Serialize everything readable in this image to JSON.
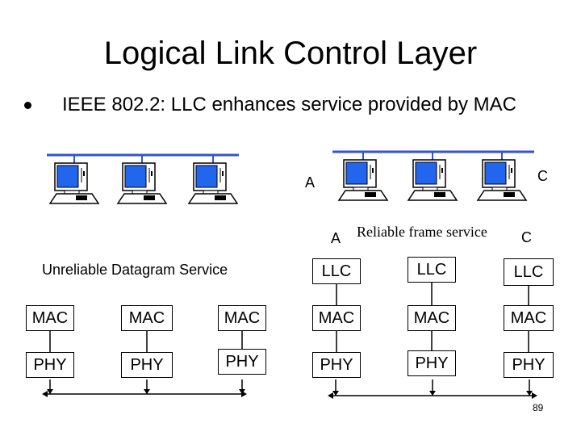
{
  "slide": {
    "title": "Logical Link Control Layer",
    "bullet": "IEEE 802.2: LLC enhances service provided by MAC",
    "page_number": "89"
  },
  "labels": {
    "station_a_top": "A",
    "station_c_top": "C",
    "station_a_stack": "A",
    "station_c_stack": "C",
    "unreliable": "Unreliable Datagram Service",
    "reliable": "Reliable frame service"
  },
  "stacks": {
    "left": [
      {
        "mac": "MAC",
        "phy": "PHY"
      },
      {
        "mac": "MAC",
        "phy": "PHY"
      },
      {
        "mac": "MAC",
        "phy": "PHY"
      }
    ],
    "right": [
      {
        "llc": "LLC",
        "mac": "MAC",
        "phy": "PHY"
      },
      {
        "llc": "LLC",
        "mac": "MAC",
        "phy": "PHY"
      },
      {
        "llc": "LLC",
        "mac": "MAC",
        "phy": "PHY"
      }
    ]
  },
  "colors": {
    "bus": "#3355cc",
    "screen": "#2266ee",
    "box_border": "#000000"
  }
}
